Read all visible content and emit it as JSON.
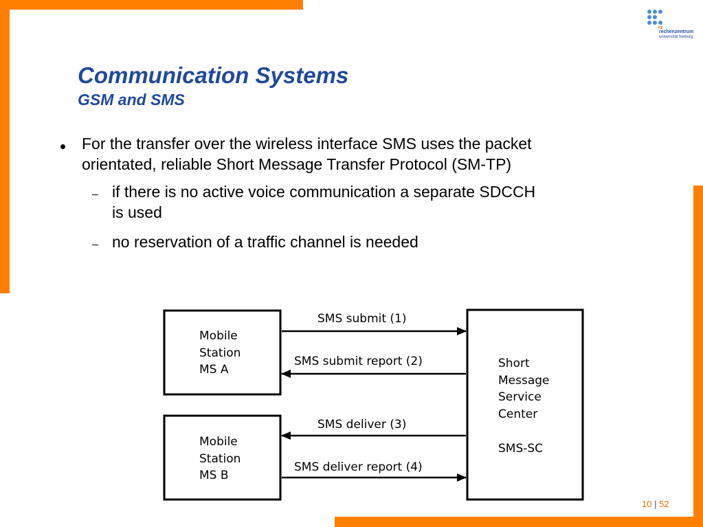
{
  "slide": {
    "title": "Communication Systems",
    "subtitle": "GSM and SMS",
    "bullet": {
      "line1": "For the transfer over the wireless interface SMS uses the packet",
      "line2": "orientated, reliable Short Message Transfer Protocol (SM-TP)"
    },
    "sub_bullets": [
      {
        "line1": "if there is no active voice communication a separate SDCCH",
        "line2": "is used"
      },
      {
        "line1": "no reservation of a traffic channel is needed"
      }
    ],
    "page_current": "10",
    "page_separator": "|",
    "page_total": "52",
    "accent_color": "#ff8000",
    "title_color": "#1f4a9a"
  },
  "logo": {
    "initials": "rz",
    "line1": "rechenzentrum",
    "line2": "universität freiburg"
  },
  "diagram": {
    "ms_a": [
      "Mobile",
      "Station",
      "MS A"
    ],
    "ms_b": [
      "Mobile",
      "Station",
      "MS B"
    ],
    "smsc": [
      "Short",
      "Message",
      "Service",
      "Center",
      "",
      "SMS-SC"
    ],
    "msg1": "SMS submit (1)",
    "msg2": "SMS submit report (2)",
    "msg3": "SMS deliver (3)",
    "msg4": "SMS deliver report (4)"
  }
}
